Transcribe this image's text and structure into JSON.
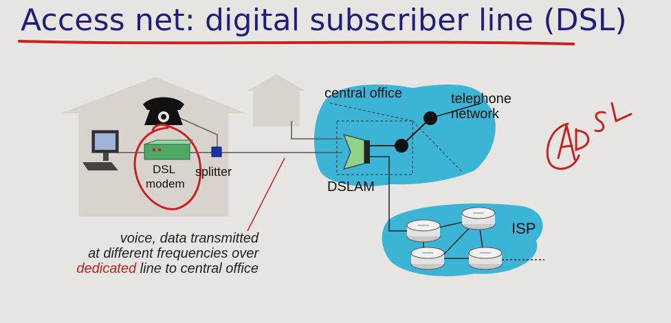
{
  "title": "Access net: digital subscriber line (DSL)",
  "labels": {
    "central_office": "central office",
    "telephone_network_line1": "telephone",
    "telephone_network_line2": "network",
    "dsl_modem_line1": "DSL",
    "dsl_modem_line2": "modem",
    "splitter": "splitter",
    "dslam": "DSLAM",
    "isp": "ISP"
  },
  "caption": {
    "line1": "voice, data transmitted",
    "line2": "at different frequencies over",
    "line3_highlight": "dedicated",
    "line3_rest": " line to central office"
  },
  "colors": {
    "title": "#1f1f7a",
    "cloud": "#3bb4d6",
    "annotation_red": "#c8201c",
    "house": "#d9d3cd"
  }
}
